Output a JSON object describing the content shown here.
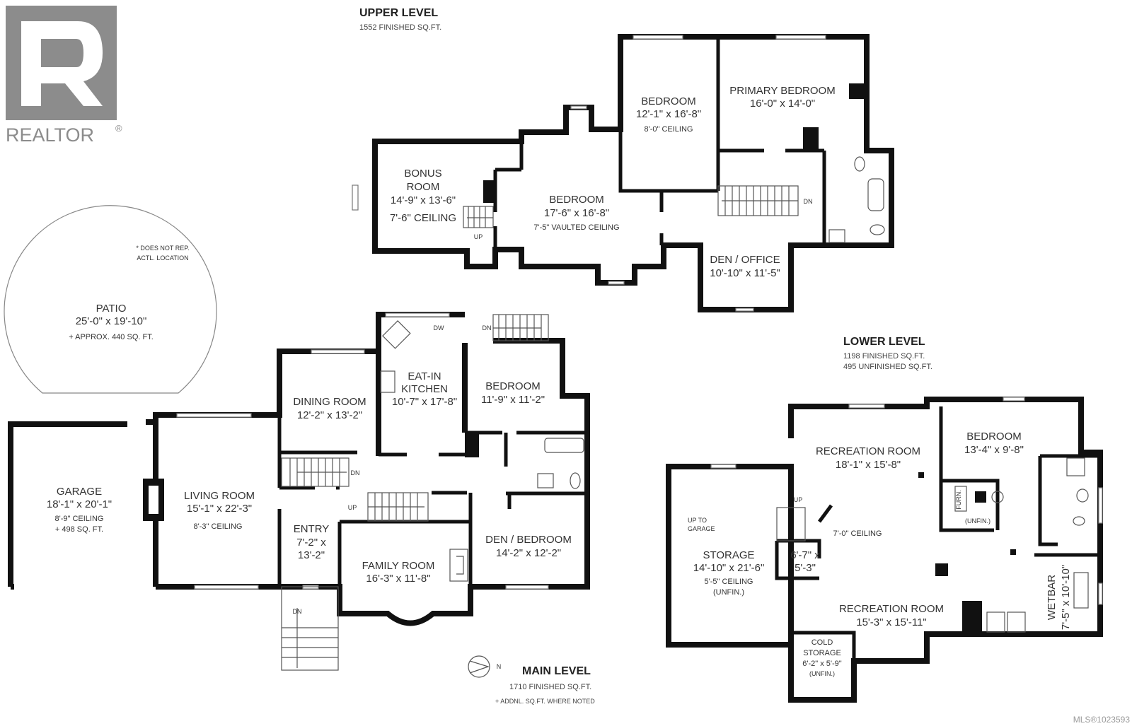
{
  "logo": {
    "text": "REALTOR",
    "registered": "®",
    "color": "#8c8c8c"
  },
  "mls": "MLS®1023593",
  "upper_level": {
    "title": "UPPER LEVEL",
    "finished": "1552 FINISHED SQ.FT.",
    "rooms": [
      {
        "name": "BONUS",
        "name2": "ROOM",
        "dims": "14'-9\" x 13'-6\"",
        "ceiling": "7'-6\" CEILING"
      },
      {
        "name": "BEDROOM",
        "dims": "17'-6\" x 16'-8\"",
        "ceiling": "7'-5\" VAULTED CEILING"
      },
      {
        "name": "BEDROOM",
        "dims": "12'-1\" x 16'-8\"",
        "ceiling": "8'-0\" CEILING"
      },
      {
        "name": "PRIMARY BEDROOM",
        "dims": "16'-0\" x 14'-0\""
      },
      {
        "name": "DEN / OFFICE",
        "dims": "10'-10\" x 11'-5\""
      }
    ],
    "stair_labels": [
      "DN",
      "UP"
    ]
  },
  "patio": {
    "note1": "* DOES NOT REP.",
    "note2": "ACTL. LOCATION",
    "name": "PATIO",
    "dims": "25'-0\" x 19'-10\"",
    "area": "+ APPROX. 440 SQ. FT."
  },
  "main_level": {
    "title": "MAIN LEVEL",
    "finished": "1710 FINISHED SQ.FT.",
    "note": "+ ADDNL. SQ.FT. WHERE NOTED",
    "compass": "N",
    "rooms": [
      {
        "name": "GARAGE",
        "dims": "18'-1\" x 20'-1\"",
        "ceiling": "8'-9\" CEILING",
        "area": "+ 498 SQ. FT."
      },
      {
        "name": "LIVING ROOM",
        "dims": "15'-1\" x 22'-3\"",
        "ceiling": "8'-3\" CEILING"
      },
      {
        "name": "DINING ROOM",
        "dims": "12'-2\" x 13'-2\""
      },
      {
        "name": "EAT-IN",
        "name2": "KITCHEN",
        "dims": "10'-7\" x 17'-8\""
      },
      {
        "name": "BEDROOM",
        "dims": "11'-9\" x 11'-2\""
      },
      {
        "name": "ENTRY",
        "dims": "7'-2\" x",
        "dims2": "13'-2\""
      },
      {
        "name": "FAMILY ROOM",
        "dims": "16'-3\" x 11'-8\""
      },
      {
        "name": "DEN / BEDROOM",
        "dims": "14'-2\" x 12'-2\""
      }
    ],
    "labels": {
      "dw": "DW",
      "dn1": "DN",
      "dn2": "DN",
      "dn3": "DN",
      "up": "UP"
    }
  },
  "lower_level": {
    "title": "LOWER LEVEL",
    "finished": "1198 FINISHED SQ.FT.",
    "unfinished": "495 UNFINISHED SQ.FT.",
    "rooms": [
      {
        "name": "STORAGE",
        "dims": "14'-10\" x 21'-6\"",
        "ceiling": "5'-5\" CEILING",
        "note": "(UNFIN.)"
      },
      {
        "name": "RECREATION ROOM",
        "dims": "18'-1\" x 15'-8\""
      },
      {
        "name": "BEDROOM",
        "dims": "13'-4\" x 9'-8\""
      },
      {
        "name": "RECREATION ROOM",
        "dims": "15'-3\" x 15'-11\""
      },
      {
        "name": "COLD",
        "name2": "STORAGE",
        "dims": "6'-2\" x 5'-9\"",
        "note": "(UNFIN.)"
      },
      {
        "name": "WETBAR",
        "dims": "7'-5\" x 10'-10\""
      },
      {
        "dims": "6'-7\" x",
        "dims2": "5'-3\""
      }
    ],
    "ceiling": "7'-0\" CEILING",
    "furnace": "FURN.",
    "furnace_note": "(UNFIN.)",
    "up_to_garage": "UP TO",
    "up_to_garage2": "GARAGE",
    "up": "UP"
  }
}
